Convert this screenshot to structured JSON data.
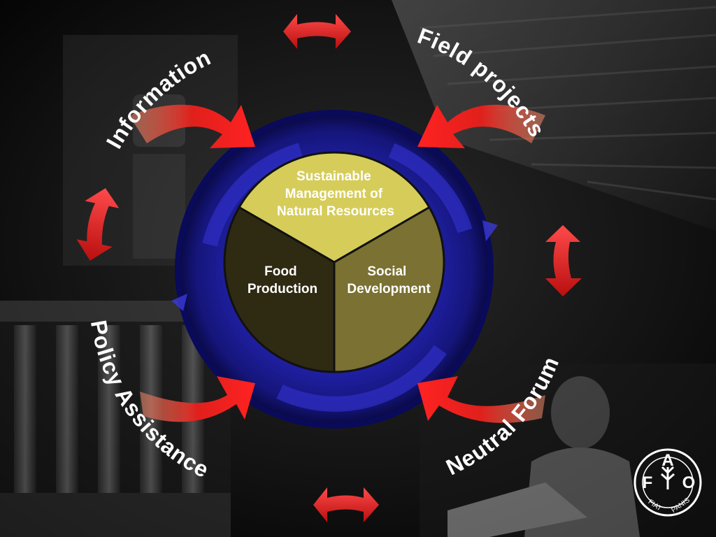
{
  "center": {
    "top_segment": [
      "Sustainable",
      "Management of",
      "Natural Resources"
    ],
    "left_segment": [
      "Food",
      "Production"
    ],
    "right_segment": [
      "Social",
      "Development"
    ]
  },
  "spokes": {
    "top_left": "Information",
    "top_right": "Field projects",
    "bottom_left": "Policy Assistance",
    "bottom_right": "Neutral Forum"
  },
  "logo": {
    "letters": [
      "F",
      "A",
      "O"
    ],
    "motto_left": "FIAT",
    "motto_right": "PANIS"
  },
  "colors": {
    "ring": "#1b1b8c",
    "top_segment": "#d6cc5a",
    "left_segment": "#2f2a12",
    "right_segment": "#7a7132",
    "arrow": "#e0201c"
  }
}
